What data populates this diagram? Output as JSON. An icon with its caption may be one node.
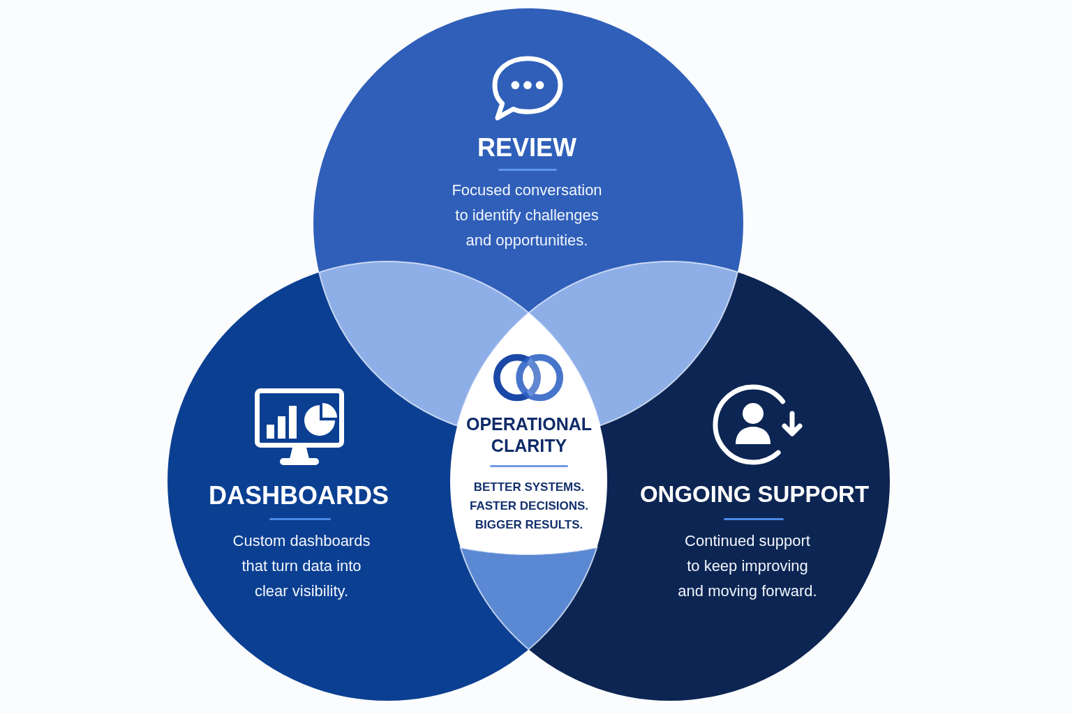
{
  "diagram": {
    "nodes": [
      {
        "text": [
          "REVIEW",
          "Focused conversation to identify challenges and opportunities."
        ]
      },
      {
        "text": [
          "DASHBOARDS",
          "Custom dashboards that turn data into clear visibility."
        ]
      },
      {
        "text": [
          "OPERATIONAL CLARITY",
          "BETTER SYSTEMS. FASTER DECISIONS. BIGGER RESULTS."
        ]
      },
      {
        "text": [
          "ONGOING SUPPORT",
          "Continued support to keep improving and moving forward."
        ]
      }
    ]
  }
}
